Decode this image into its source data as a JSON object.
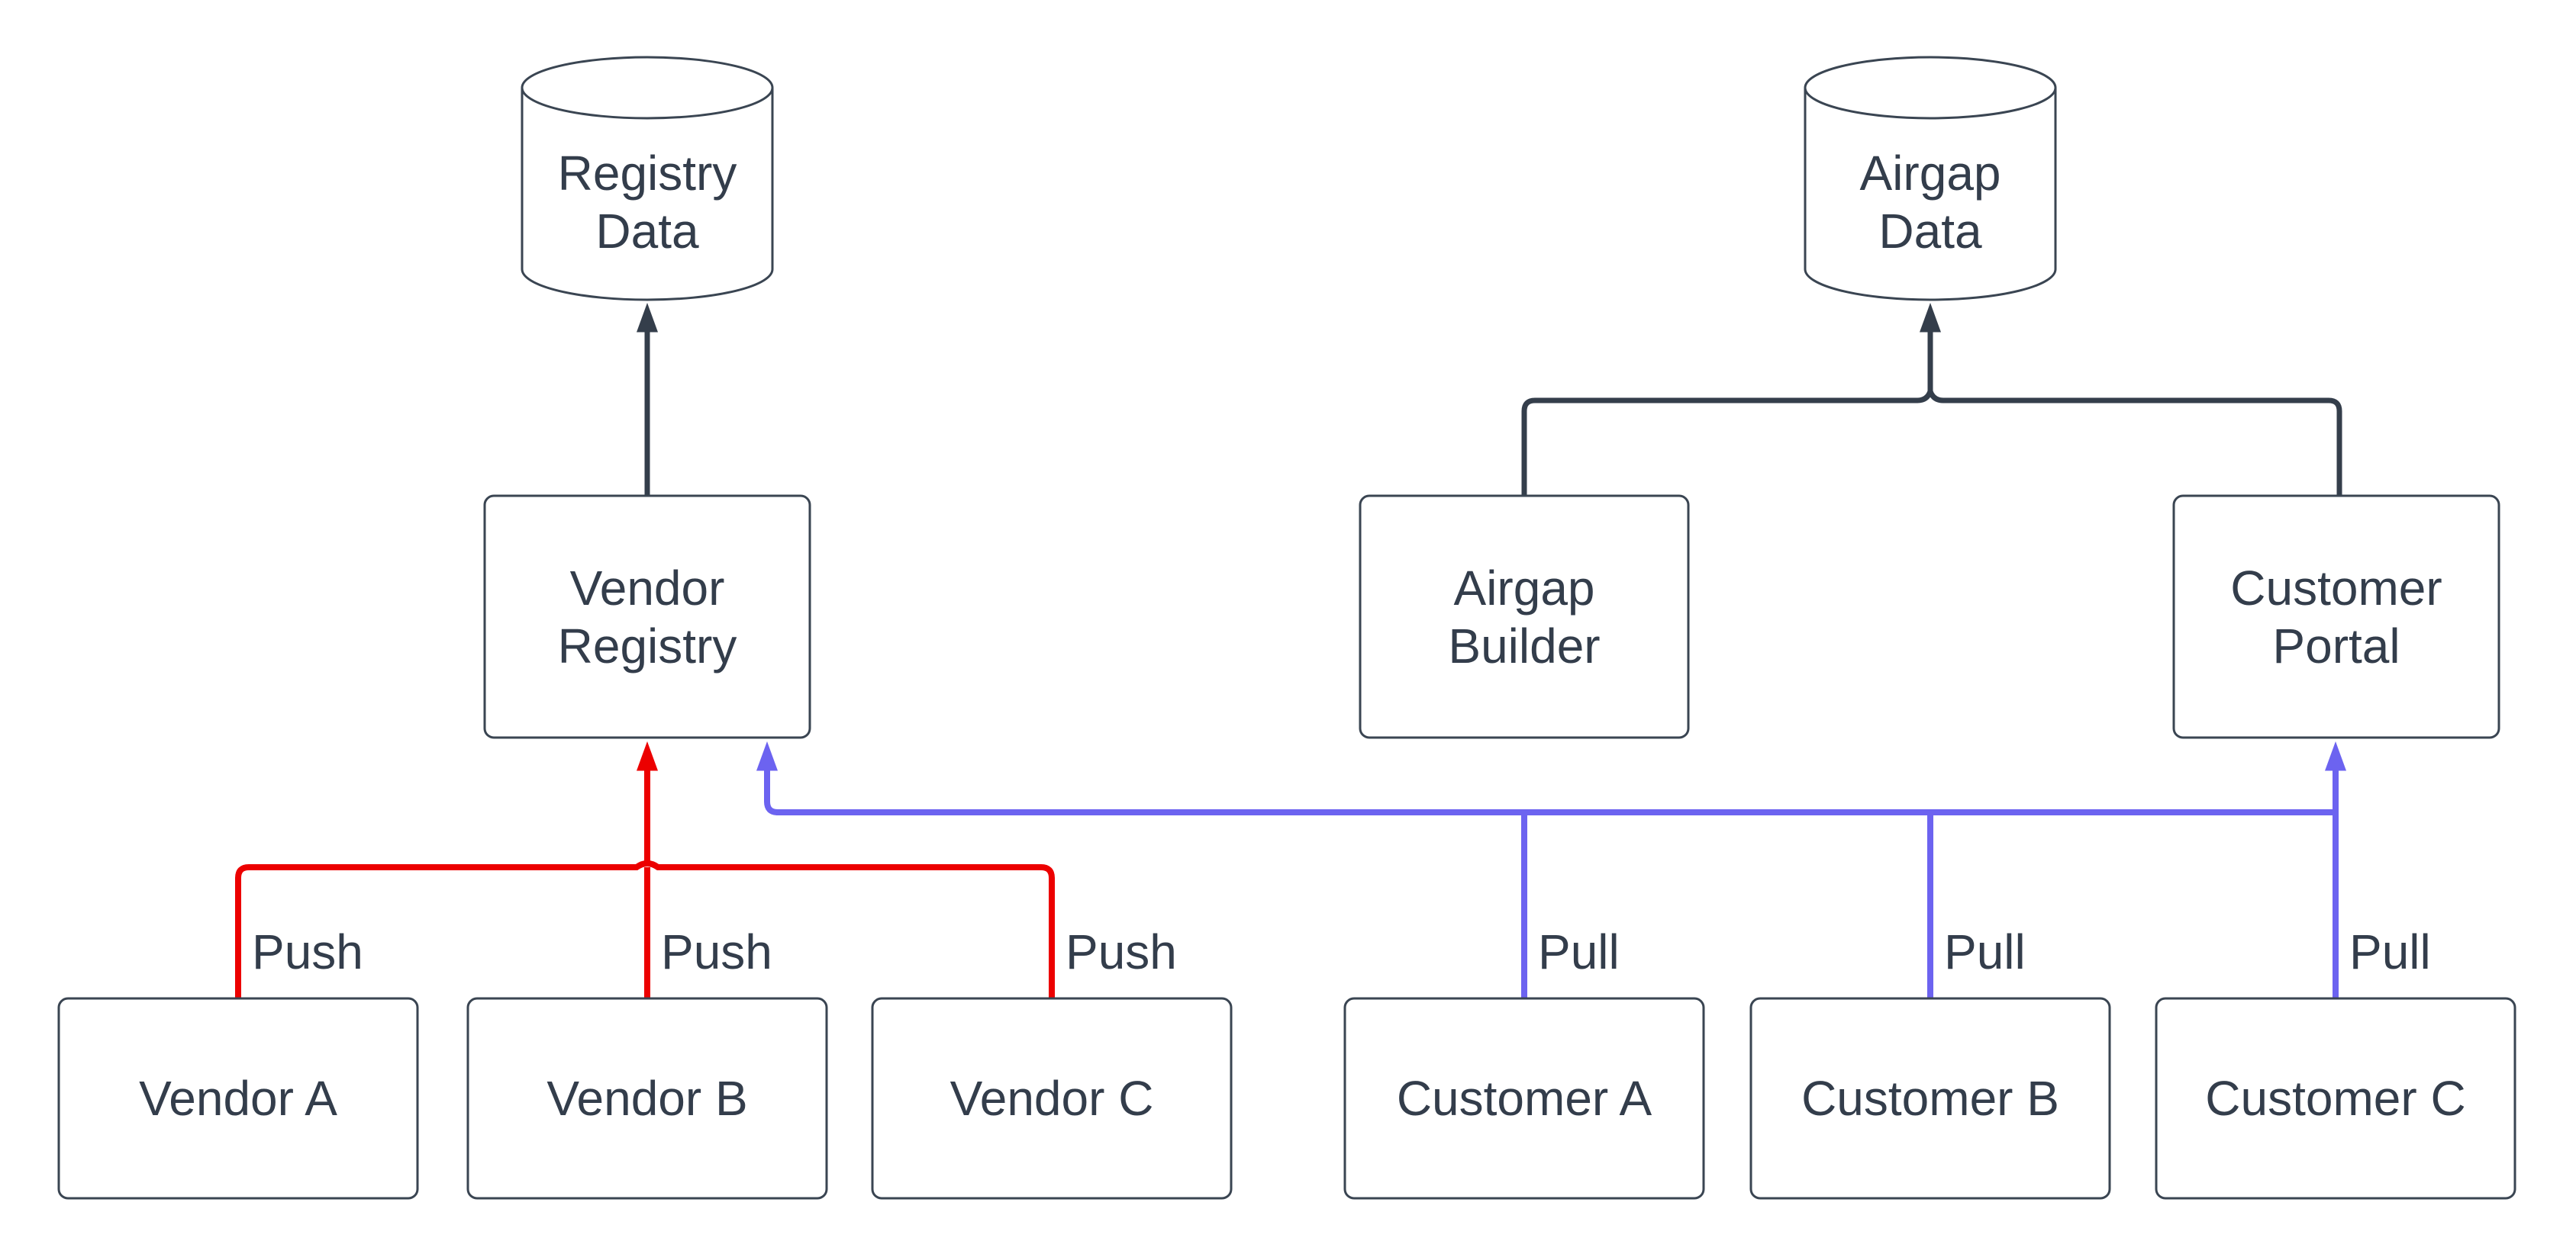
{
  "diagram": {
    "type": "flowchart",
    "background": "#ffffff",
    "colors": {
      "node_fill": "#ffffff",
      "node_border": "#3a4552",
      "text": "#333d4b",
      "dark_edge": "#343e4b",
      "push_edge": "#ec0000",
      "pull_edge": "#6c63f0"
    },
    "cylinders": [
      {
        "id": "registry-data",
        "line1": "Registry",
        "line2": "Data"
      },
      {
        "id": "airgap-data",
        "line1": "Airgap",
        "line2": "Data"
      }
    ],
    "process_nodes": [
      {
        "id": "vendor-registry",
        "line1": "Vendor",
        "line2": "Registry"
      },
      {
        "id": "airgap-builder",
        "line1": "Airgap",
        "line2": "Builder"
      },
      {
        "id": "customer-portal",
        "line1": "Customer",
        "line2": "Portal"
      }
    ],
    "leaf_nodes": [
      {
        "id": "vendor-a",
        "label": "Vendor A"
      },
      {
        "id": "vendor-b",
        "label": "Vendor B"
      },
      {
        "id": "vendor-c",
        "label": "Vendor C"
      },
      {
        "id": "customer-a",
        "label": "Customer A"
      },
      {
        "id": "customer-b",
        "label": "Customer B"
      },
      {
        "id": "customer-c",
        "label": "Customer C"
      }
    ],
    "edge_labels": {
      "push": [
        "Push",
        "Push",
        "Push"
      ],
      "pull": [
        "Pull",
        "Pull",
        "Pull"
      ]
    }
  }
}
